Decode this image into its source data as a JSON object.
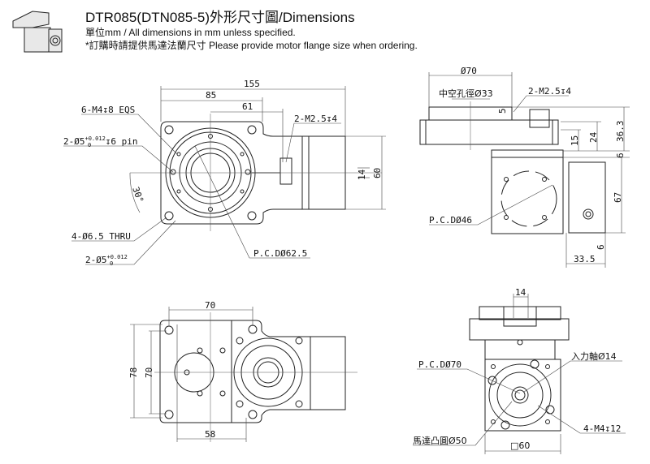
{
  "header": {
    "title": "DTR085(DTN085-5)外形尺寸圖/Dimensions",
    "units_note": "單位mm / All dimensions in mm unless specified.",
    "order_note": "*訂購時請提供馬達法蘭尺寸 Please provide motor flange size when ordering."
  },
  "top_view": {
    "dim_155": "155",
    "dim_85": "85",
    "dim_61": "61",
    "dim_14": "14",
    "dim_60": "60",
    "angle": "30°",
    "label_m4": "6-M4↧8 EQS",
    "label_pin_a": "2-Ø5",
    "label_pin_tol_up": "+0.012",
    "label_pin_tol_dn": "0",
    "label_pin_depth": "↧6 pin",
    "label_thru": "4-Ø6.5 THRU",
    "label_pin_b": "2-Ø5",
    "label_pcd": "P.C.DØ62.5",
    "label_m25": "2-M2.5↧4"
  },
  "side_view": {
    "dim_70": "Ø70",
    "hollow": "中空孔徑Ø33",
    "label_m25": "2-M2.5↧4",
    "dim_5": "5",
    "dim_36_3": "36.3",
    "dim_24": "24",
    "dim_15": "15",
    "dim_6a": "6",
    "dim_67": "67",
    "dim_6b": "6",
    "dim_33_5": "33.5",
    "label_pcd": "P.C.DØ46"
  },
  "bottom_view": {
    "dim_70h": "70",
    "dim_58": "58",
    "dim_78": "78",
    "dim_70v": "70"
  },
  "end_view": {
    "dim_14": "14",
    "label_pcd": "P.C.DØ70",
    "label_shaft": "入力軸Ø14",
    "label_m4": "4-M4↧12",
    "label_boss": "馬達凸圓Ø50",
    "label_square": "□60"
  }
}
